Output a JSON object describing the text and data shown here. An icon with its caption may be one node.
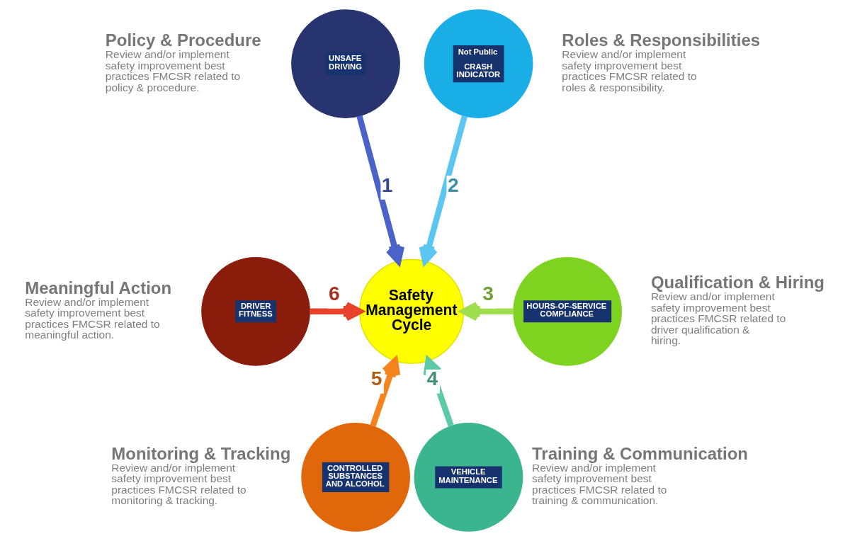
{
  "diagram": {
    "nodes": [
      {
        "text": [
          "Safety Management Cycle"
        ]
      },
      {
        "text": [
          "UNSAFE DRIVING"
        ],
        "beside": [
          "Policy & Procedure",
          "Review and/or implement safety improvement best practices FMCSR related to policy & procedure."
        ]
      },
      {
        "text": [
          "Not Public",
          "CRASH INDICATOR"
        ],
        "beside": [
          "Roles & Responsibilities",
          "Review and/or implement safety improvement best practices FMCSR related to roles & responsibility."
        ]
      },
      {
        "text": [
          "HOURS-OF-SERVICE COMPLIANCE"
        ],
        "beside": [
          "Qualification & Hiring",
          "Review and/or implement safety improvement best practices FMCSR related to driver qualification & hiring."
        ]
      },
      {
        "text": [
          "VEHICLE MAINTENANCE"
        ],
        "beside": [
          "Training & Communication",
          "Review and/or implement safety improvement best practices FMCSR related to training & communication."
        ]
      },
      {
        "text": [
          "CONTROLLED SUBSTANCES AND ALCOHOL"
        ],
        "beside": [
          "Monitoring & Tracking",
          "Review and/or implement safety improvement best practices FMCSR related to monitoring & tracking."
        ]
      },
      {
        "text": [
          "DRIVER FITNESS"
        ],
        "beside": [
          "Meaningful Action",
          "Review and/or implement safety improvement best practices FMCSR related to meaningful action."
        ]
      }
    ],
    "edges": [
      {
        "from": 1,
        "to": 0,
        "arrow": "to",
        "label": "1",
        "color": "#4a63c8"
      },
      {
        "from": 2,
        "to": 0,
        "arrow": "to",
        "label": "2",
        "color": "#5bc6ef"
      },
      {
        "from": 3,
        "to": 0,
        "arrow": "to",
        "label": "3",
        "color": "#9fdf4f"
      },
      {
        "from": 4,
        "to": 0,
        "arrow": "to",
        "label": "4",
        "color": "#5cc9a7"
      },
      {
        "from": 5,
        "to": 0,
        "arrow": "to",
        "label": "5",
        "color": "#f5841f"
      },
      {
        "from": 6,
        "to": 0,
        "arrow": "to",
        "label": "6",
        "color": "#e8432a"
      }
    ]
  }
}
